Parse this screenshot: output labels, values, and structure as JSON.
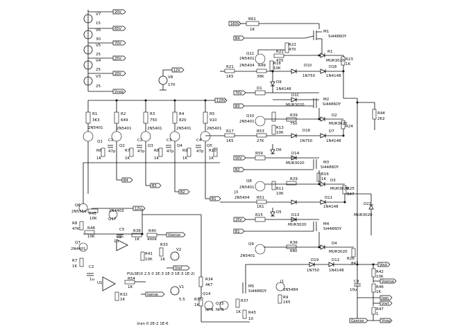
{
  "sources": {
    "v7": {
      "name": "V7",
      "value": "15",
      "net": "20V"
    },
    "v6": {
      "name": "V6",
      "value": "30",
      "net": "65V"
    },
    "v5": {
      "name": "V5",
      "value": "25",
      "net": "70V"
    },
    "v4": {
      "name": "V4",
      "value": "25",
      "net": "25V"
    },
    "v3": {
      "name": "V3",
      "value": "25",
      "net": "20V"
    },
    "v8": {
      "name": "V8",
      "value": "170",
      "net": "12V"
    },
    "v2": {
      "name": "V2"
    },
    "v1": {
      "name": "V1",
      "value": "5.5"
    },
    "gnd_net": "Vneg"
  },
  "top": {
    "r61": {
      "name": "R61",
      "value": "1K"
    },
    "in1": "160V",
    "r22": {
      "name": "R22",
      "value": "470"
    },
    "r22b": {
      "name": "R22",
      "value": "470"
    },
    "r1": {
      "name": "R1",
      "value": "MUR3020"
    },
    "r23": {
      "name": "R23",
      "value": "1K"
    },
    "q11": {
      "name": "Q11",
      "model": "2N5401"
    },
    "q12": {
      "name": "2N5404"
    },
    "r49": {
      "name": "R49",
      "value": "36K"
    },
    "r21": {
      "name": "R21",
      "value": "1K5"
    },
    "r18": {
      "name": "R18",
      "value": "10K"
    },
    "d10": {
      "name": "D10",
      "value": "1N750"
    },
    "d9": {
      "name": "D9",
      "value": "1N4148"
    },
    "d18": {
      "name": "D18",
      "value": "1N4148"
    },
    "d1": {
      "name": "D1",
      "value": "1N4148"
    },
    "m1": {
      "name": "M1",
      "value": "Si4486DY"
    },
    "n_b4": "B4",
    "n_70v": "70V"
  },
  "mid": {
    "d1c": {
      "name": "D1C",
      "value": "MUR3020"
    },
    "m2": {
      "name": "M2",
      "value": "Si4486DY"
    },
    "q10": {
      "name": "Q10",
      "model": "2N5401"
    },
    "r39": {
      "name": "R39",
      "value": "750"
    },
    "d2": {
      "name": "D2",
      "value": "MUR3020"
    },
    "r24": {
      "name": "R24",
      "value": "1K"
    },
    "r44": {
      "name": "R44",
      "value": "2K2"
    },
    "r17": {
      "name": "R17",
      "value": "1K5"
    },
    "r53": {
      "name": "R53",
      "value": "27K"
    },
    "r13": {
      "name": "R13",
      "value": "10K"
    },
    "r12": {
      "name": "R12",
      "value": "1K"
    },
    "d16": {
      "name": "D16",
      "value": "1N750"
    },
    "d7": {
      "name": "D7",
      "value": "1N4148"
    },
    "n_b3": "B3"
  },
  "ladder": {
    "r1": {
      "name": "R1",
      "value": "3K3"
    },
    "r2": {
      "name": "R2",
      "value": "649"
    },
    "r3": {
      "name": "R3",
      "value": "750"
    },
    "r4": {
      "name": "R4",
      "value": "820"
    },
    "r5": {
      "name": "R5",
      "value": "910"
    },
    "q1": {
      "name": "Q1",
      "model": "2N5401"
    },
    "q2": {
      "name": "Q2",
      "model": "2N5401"
    },
    "q3": {
      "name": "Q3",
      "model": "2N5401"
    },
    "q4": {
      "name": "Q4",
      "model": "2N5401"
    },
    "q5": {
      "name": "Q5",
      "model": "2N5401"
    },
    "c1": {
      "name": "C1",
      "value": "47p"
    },
    "c2": {
      "name": "C2",
      "value": "47p"
    },
    "c3": {
      "name": "C3",
      "value": "47p"
    },
    "c4": {
      "name": "C4",
      "value": "47p"
    },
    "r6": {
      "name": "R6",
      "value": "1K"
    },
    "r7": {
      "name": "R7",
      "value": "1K"
    },
    "r8": {
      "name": "R8",
      "value": "1K"
    },
    "r9": {
      "name": "R9",
      "value": "1K"
    },
    "r10": {
      "name": "R10",
      "value": "1K"
    },
    "n_120v": "120V",
    "n_b4": "B4",
    "n_b3": "B3",
    "n_b2": "B2",
    "n_b1": "B1"
  },
  "lower_mid": {
    "n_50v": "50V",
    "d14": {
      "name": "D14",
      "value": "MUR3020"
    },
    "m3": {
      "name": "M3",
      "value": "Si4486DY"
    },
    "r59": {
      "name": "R59",
      "value": "1K"
    },
    "d6": {
      "name": "D6",
      "value": "1N4148"
    },
    "n_b2": "B2",
    "q8": {
      "name": "Q8",
      "model": "2N5401"
    },
    "r11": {
      "name": "R11",
      "value": "10K"
    },
    "r29": {
      "name": "R29",
      "value": "1K"
    },
    "d3": {
      "name": "D3",
      "value": "MUR3020"
    },
    "r25": {
      "name": "R25",
      "value": "847"
    },
    "r16": {
      "name": "R16",
      "value": "1K"
    },
    "r51": {
      "name": "R51",
      "value": "1K1"
    },
    "d11": {
      "name": "D11",
      "value": "1N4148"
    },
    "d21": {
      "name": "D21",
      "value": "MUR3020"
    },
    "j3": {
      "name": "J3",
      "model": "2N5404"
    }
  },
  "bottom_mid": {
    "n_25v": "25V",
    "d13": {
      "name": "D13",
      "value": "MUR3020"
    },
    "m4": {
      "name": "M4",
      "value": "Si4486DY"
    },
    "r15": {
      "name": "R15",
      "value": "1K"
    },
    "d5": {
      "name": "D5",
      "value": "1N4148"
    },
    "n_b1": "B1",
    "q9": {
      "name": "Q9",
      "model": "2N5401"
    },
    "r36": {
      "name": "R36",
      "value": "680"
    },
    "d4": {
      "name": "D4",
      "value": "MUR3020"
    },
    "d19": {
      "name": "D19",
      "value": "1N750"
    },
    "d12": {
      "name": "D12",
      "value": "1N4148"
    },
    "r26": {
      "name": "R26",
      "value": "847"
    },
    "m5": {
      "name": "M5",
      "value": "Si4486DY"
    },
    "j1": {
      "name": "J1",
      "model": "2N5484"
    },
    "r9": {
      "name": "R9",
      "value": "1K5"
    },
    "c8": {
      "name": "C8",
      "value": "10u"
    },
    "r42": {
      "name": "R42",
      "value": "10K"
    },
    "r46": {
      "name": "R46",
      "value": "1K"
    },
    "r47": {
      "name": "R47",
      "value": "1"
    },
    "r34": {
      "name": "R34",
      "value": "4K7"
    },
    "r35": {
      "name": "R35",
      "value": "1K"
    },
    "r37": {
      "name": "R37",
      "value": "1K"
    },
    "r43": {
      "name": "R43",
      "value": "10"
    },
    "q13": {
      "name": "Q13",
      "model": "NPN"
    },
    "q14": {
      "name": "Q14",
      "model": "NPN"
    },
    "n_vout": "Vout",
    "n_vsense": "Vsense",
    "n_isense": "Isen",
    "n_vref": "Vref",
    "n_gsense": "Gsense",
    "n_vneg": "Vneg"
  },
  "left": {
    "q6": {
      "name": "Q6",
      "model": "2N5550"
    },
    "q7": {
      "name": "Q7",
      "model": "2N4401"
    },
    "q17": {
      "name": "Q17",
      "model": "2N4403"
    },
    "r45": {
      "name": "R45",
      "value": "10K"
    },
    "r48": {
      "name": "R48",
      "value": "10K"
    },
    "r8": {
      "name": "R8",
      "value": "47K"
    },
    "r7": {
      "name": "R7",
      "value": "1K"
    },
    "c2": {
      "name": "C2",
      "value": "1u"
    },
    "c5": {
      "name": "C5",
      "value": "1u"
    },
    "r38": {
      "name": "R38",
      "value": "1K"
    },
    "r40": {
      "name": "R40",
      "value": "400K"
    },
    "r41": {
      "name": "R41",
      "value": "10K"
    },
    "r33": {
      "name": "R33",
      "value": "1K"
    },
    "r54": {
      "name": "R54",
      "value": "1K"
    },
    "r32": {
      "name": "R32",
      "value": "1K"
    },
    "u1": {
      "name": "U1"
    },
    "u2": {
      "name": "U2"
    },
    "pulse": "PULSE(0 2.5 0 1E-3 1E-3 1E-3 1E-2)",
    "n_vsense": "Vsense",
    "n_vref": "Vref",
    "n_isense": "Isense",
    "n_12v": "12V"
  },
  "tran": ".tran 0 2E-2 1E-6"
}
